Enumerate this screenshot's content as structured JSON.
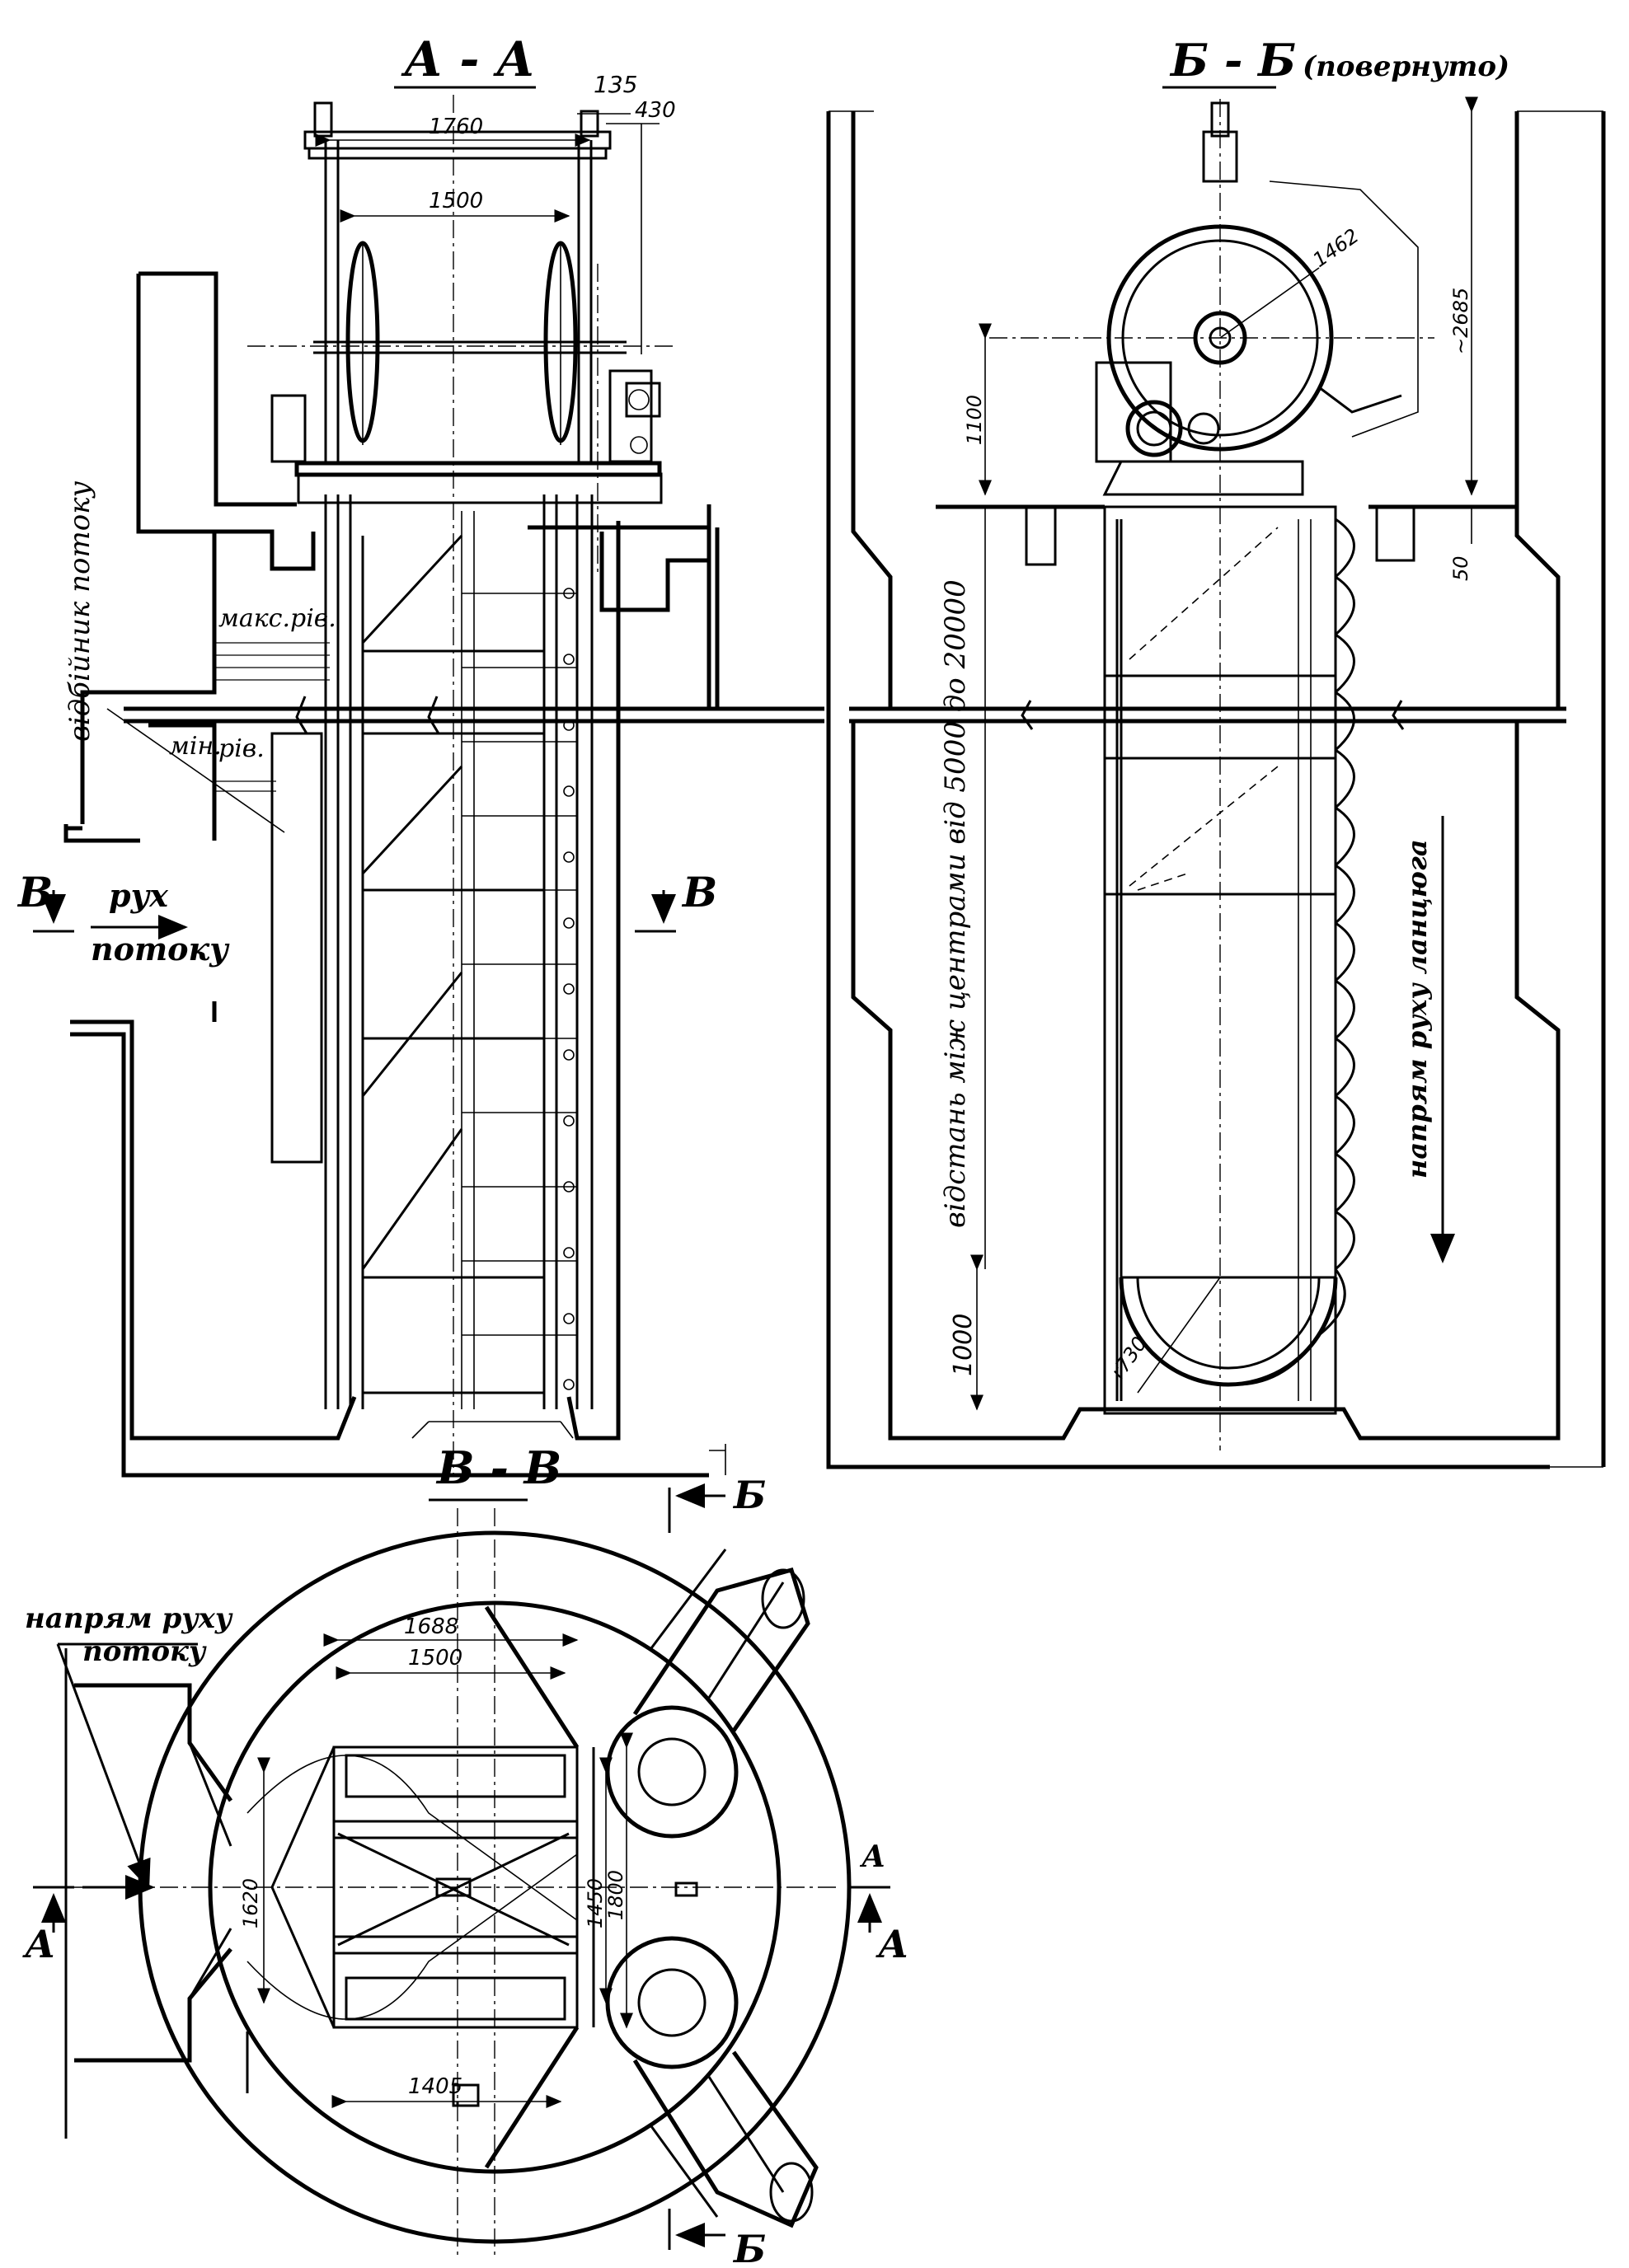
{
  "sections": {
    "aa_title": "А  -  А",
    "bb_title": "Б - Б",
    "bb_note": "(повернуто)",
    "vv_title": "В - В"
  },
  "labels": {
    "flow_deflector": "відбійник потоку",
    "max_level": "макс.рів.",
    "min_level": "мін.",
    "min_level_2": "рів.",
    "flow_move_1": "рух",
    "flow_move_2": "потоку",
    "center_distance": "відстань між центрами від 5000 до 20000",
    "chain_direction": "напрям руху ланцюга",
    "flow_direction_1": "напрям руху",
    "flow_direction_2": "потоку",
    "cut_v_left": "В",
    "cut_v_right": "В",
    "cut_b_top": "Б",
    "cut_b_bottom": "Б",
    "cut_a_left": "А",
    "cut_a_right": "А",
    "cut_a_right_small": "А"
  },
  "dimensions": {
    "d135": "135",
    "d1760": "1760",
    "d430": "430",
    "d1500_top": "1500",
    "d1462": "1462",
    "d2685": "~2685",
    "d1100": "1100",
    "d50": "50",
    "d1000": "1000",
    "r730": "r730",
    "d1688": "1688",
    "d1500_plan": "1500",
    "d1620": "1620",
    "d1450": "1450",
    "d1800": "1800",
    "d1405": "1405"
  }
}
